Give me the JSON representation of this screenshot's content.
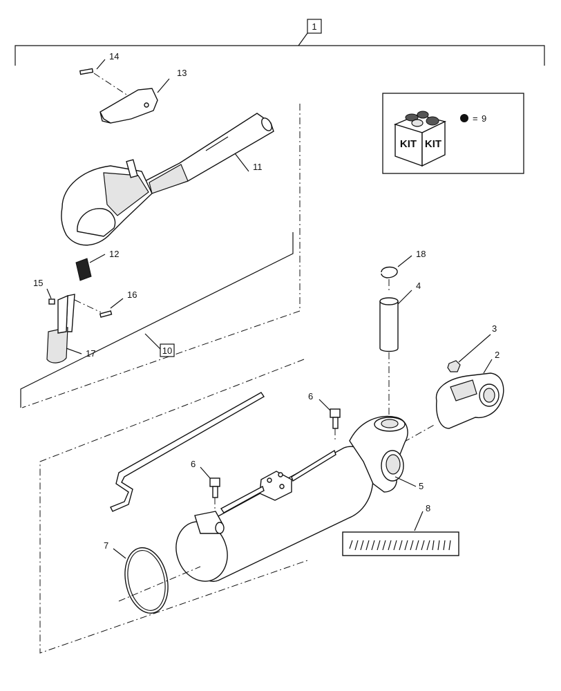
{
  "callouts": {
    "c1": "1",
    "c2": "2",
    "c3": "3",
    "c4": "4",
    "c5": "5",
    "c6a": "6",
    "c6b": "6",
    "c7": "7",
    "c8": "8",
    "c10": "10",
    "c11": "11",
    "c12": "12",
    "c13": "13",
    "c14": "14",
    "c15": "15",
    "c16": "16",
    "c17": "17",
    "c18": "18"
  },
  "kit_box": {
    "label_left": "KIT",
    "label_right": "KIT",
    "legend_eq": "=",
    "legend_num": "9"
  }
}
